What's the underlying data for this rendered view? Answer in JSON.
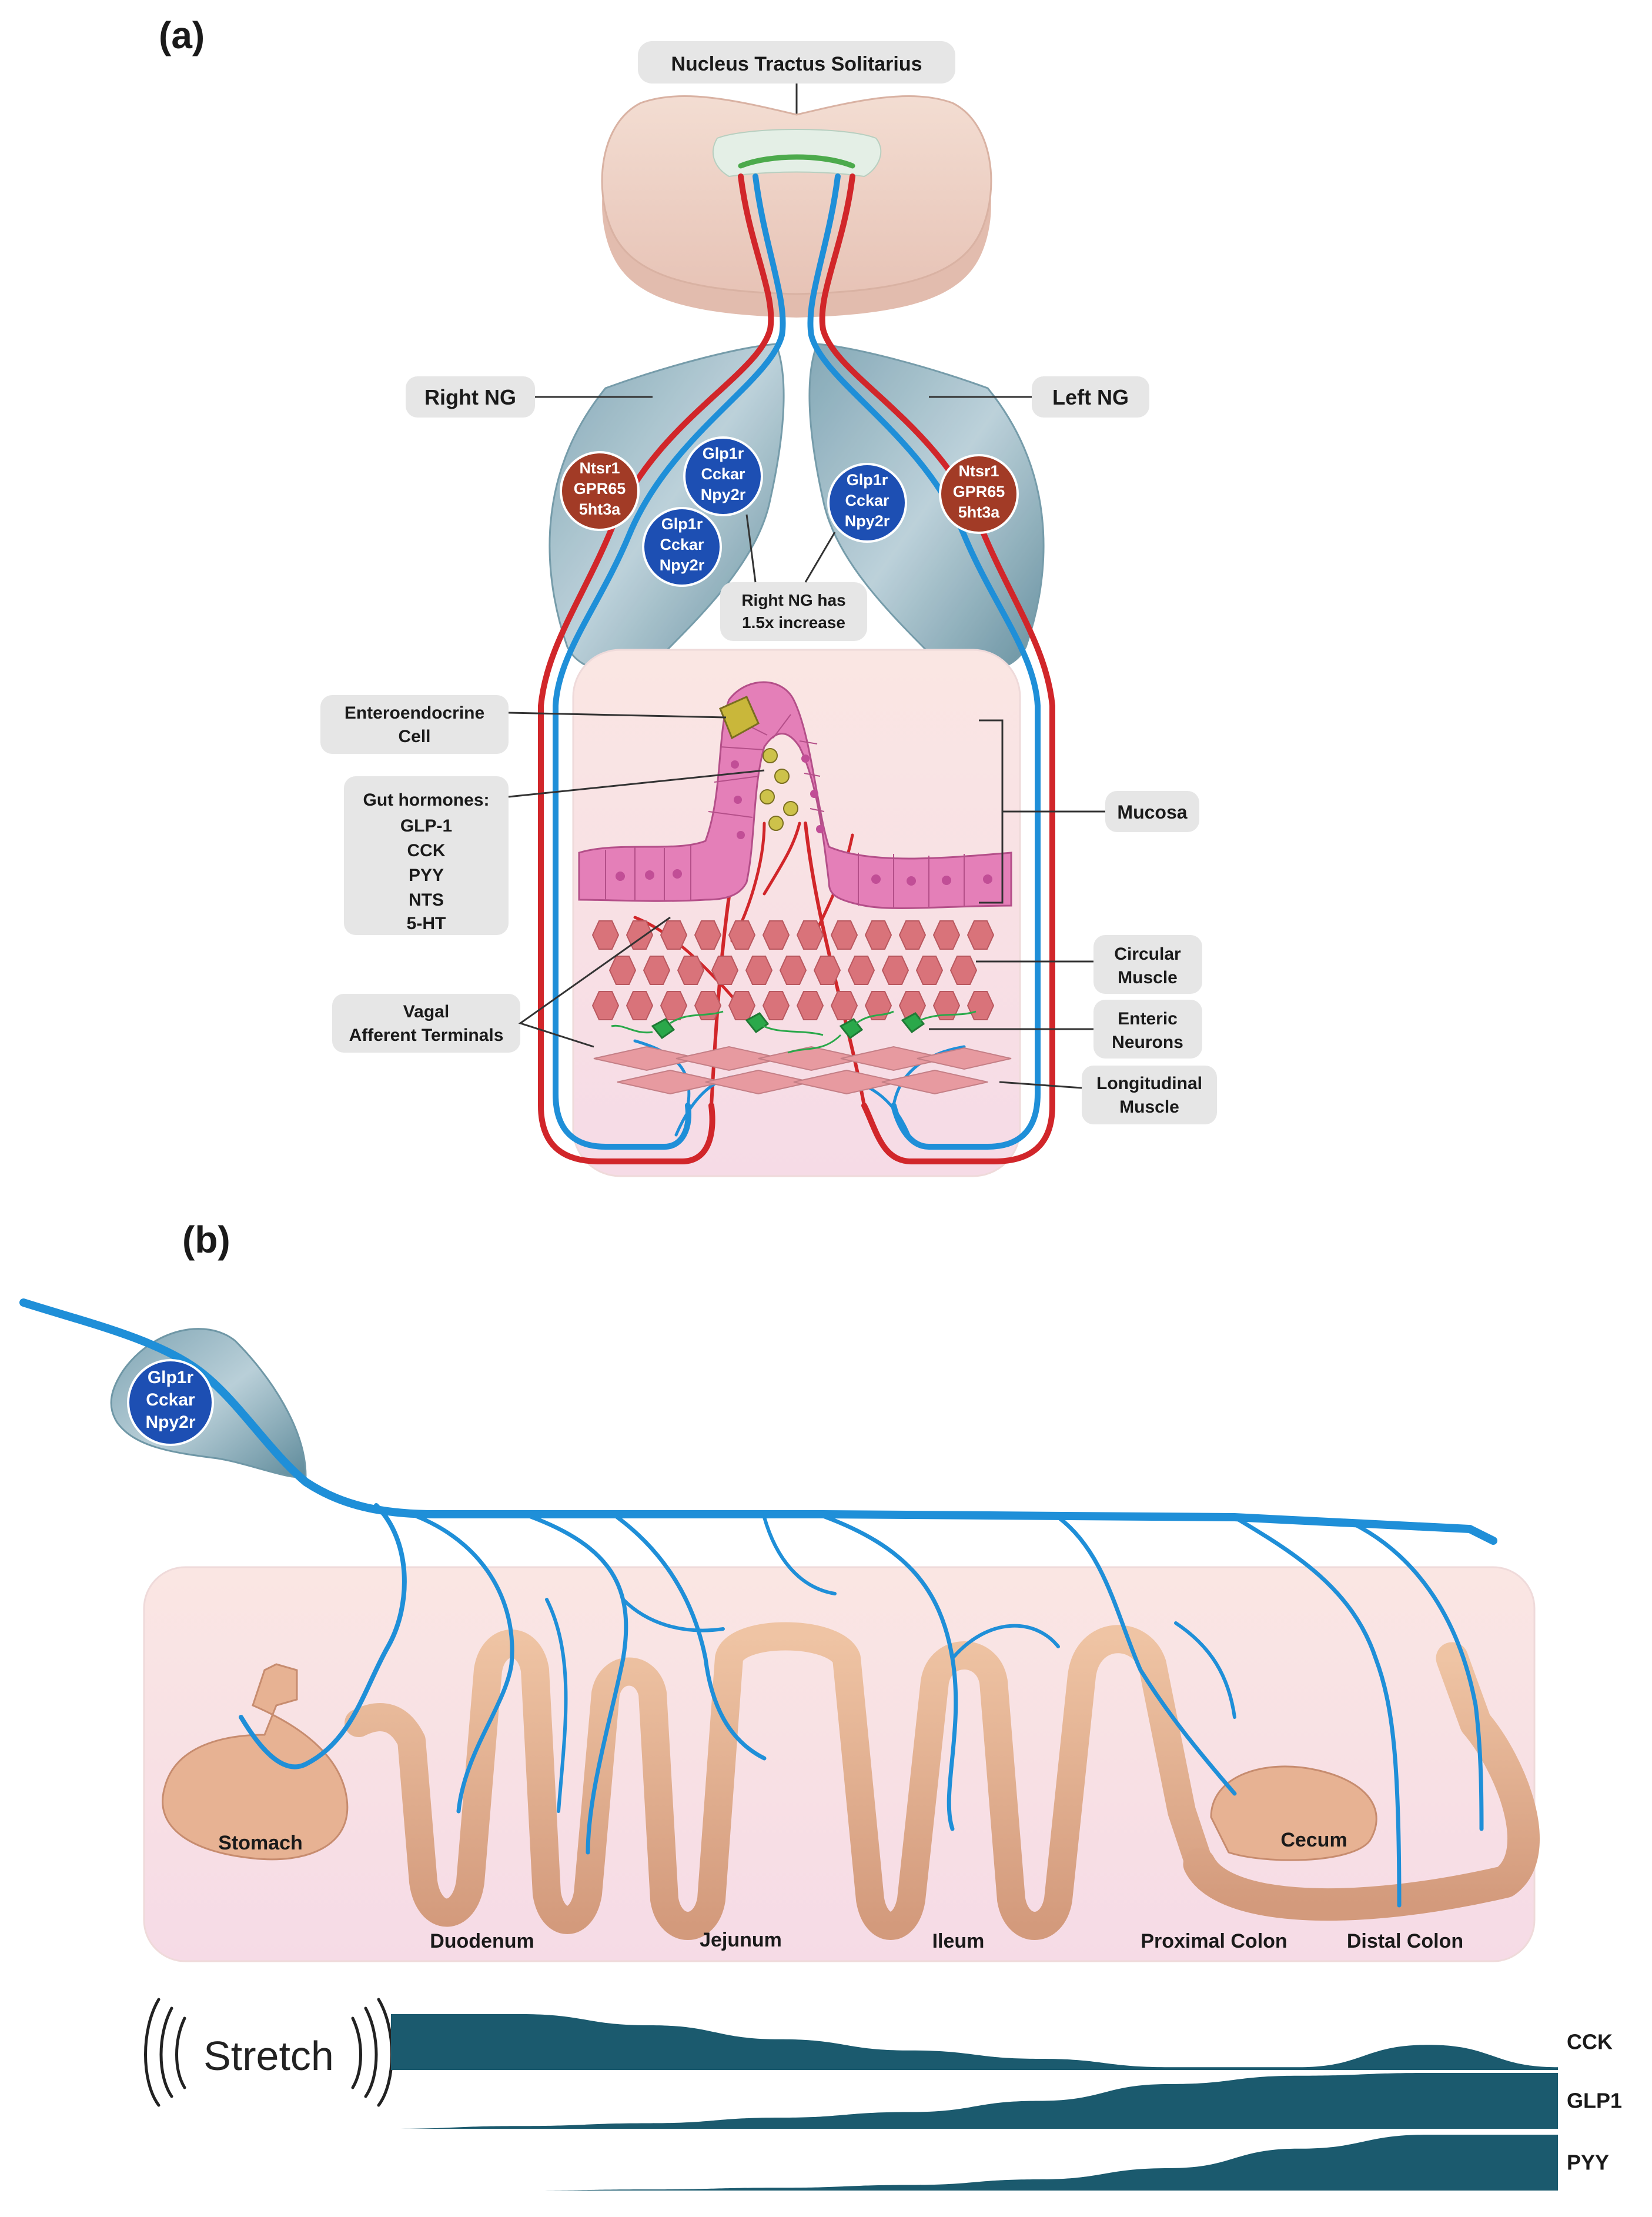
{
  "panel_a": {
    "panel_label": "(a)",
    "nucleus_label": "Nucleus Tractus Solitarius",
    "right_ng_label": "Right NG",
    "left_ng_label": "Left NG",
    "red_receptors": [
      "Ntsr1",
      "GPR65",
      "5ht3a"
    ],
    "blue_receptors": [
      "Glp1r",
      "Cckar",
      "Npy2r"
    ],
    "increase_note": [
      "Right NG has",
      "1.5x increase"
    ],
    "enteroendocrine_label": [
      "Enteroendocrine",
      "Cell"
    ],
    "gut_hormones_label": [
      "Gut hormones:",
      "GLP-1",
      "CCK",
      "PYY",
      "NTS",
      "5-HT"
    ],
    "vagal_label": [
      "Vagal",
      "Afferent Terminals"
    ],
    "mucosa_label": "Mucosa",
    "circular_muscle_label": [
      "Circular",
      "Muscle"
    ],
    "enteric_neurons_label": [
      "Enteric",
      "Neurons"
    ],
    "longitudinal_muscle_label": [
      "Longitudinal",
      "Muscle"
    ]
  },
  "panel_b": {
    "panel_label": "(b)",
    "ganglion_receptors": [
      "Glp1r",
      "Cckar",
      "Npy2r"
    ],
    "segments": [
      "Stomach",
      "Duodenum",
      "Jejunum",
      "Ileum",
      "Cecum",
      "Proximal Colon",
      "Distal Colon"
    ],
    "stretch_label": "Stretch",
    "hormone_profiles": [
      {
        "name": "CCK",
        "levels": [
          1.0,
          1.0,
          0.8,
          0.55,
          0.35,
          0.2,
          0.05,
          0.05,
          0.45,
          0.05
        ]
      },
      {
        "name": "GLP1",
        "levels": [
          0.0,
          0.05,
          0.1,
          0.2,
          0.3,
          0.5,
          0.8,
          0.95,
          1.0,
          1.0
        ]
      },
      {
        "name": "PYY",
        "levels": [
          0.0,
          0.0,
          0.02,
          0.05,
          0.1,
          0.2,
          0.4,
          0.75,
          1.0,
          1.0
        ]
      }
    ]
  },
  "colors": {
    "vagal_blue": "#1f8fd8",
    "vagal_red": "#d1262a",
    "receptor_blue": "#1d4fb3",
    "receptor_red": "#a23b26",
    "hormone_fill": "#1b5a6e",
    "gut_tissue": "#e4b08f",
    "background_pink": "#f8e2e2"
  }
}
